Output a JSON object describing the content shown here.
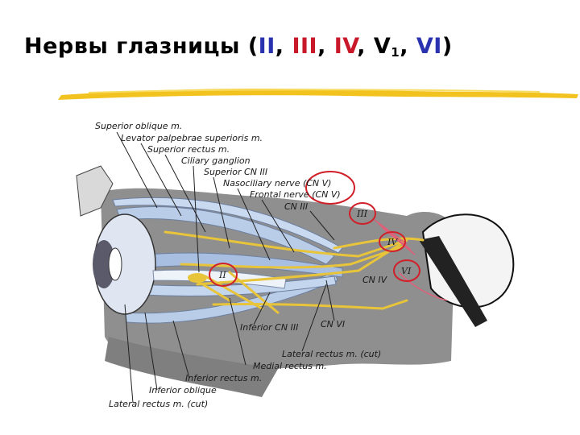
{
  "slide": {
    "title_text": "Нервы глазницы (",
    "title_numerals": [
      "II",
      "III",
      "IV",
      "V",
      "VI"
    ],
    "title_subscript": "1",
    "title_sep": ", ",
    "title_close": ")"
  },
  "diagram": {
    "labels_top": [
      "Superior oblique m.",
      "Levator palpebrae superioris m.",
      "Superior rectus m.",
      "Ciliary ganglion",
      "Superior CN III",
      "Nasociliary nerve (CN V)",
      "Frontal nerve (CN V)",
      "CN III"
    ],
    "labels_bottom": [
      "Inferior CN III",
      "CN VI",
      "Lateral rectus m. (cut)",
      "Medial rectus m.",
      "Inferior rectus m.",
      "Inferior oblique",
      "Lateral rectus m. (cut)"
    ],
    "label_cn_iv": "CN IV",
    "roman_marks": [
      "III",
      "IV",
      "VI",
      "II"
    ],
    "colors": {
      "highlight_ring": "#d0202a",
      "nerve": "#e8c43a",
      "muscle": "#b9cde9",
      "bone": "#8f8f8f",
      "pink_nerve": "#e0607a"
    }
  }
}
